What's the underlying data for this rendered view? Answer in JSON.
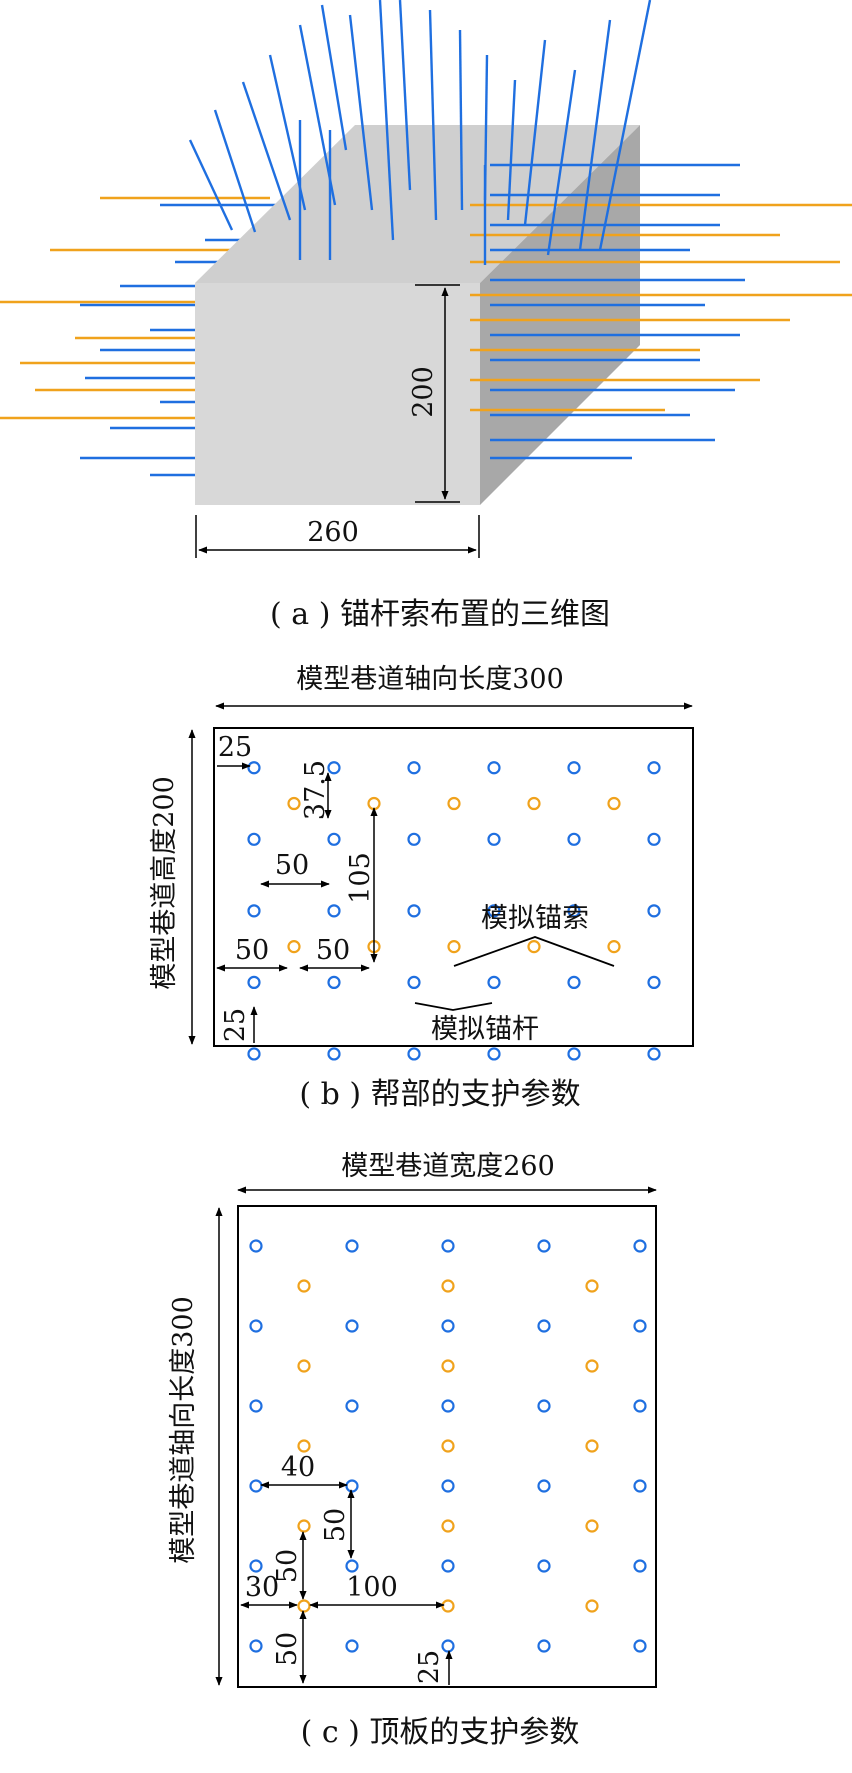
{
  "colors": {
    "bolt": "#1f6fe0",
    "cable": "#f0a21c",
    "face": "#d6d6d6",
    "side": "#a9a9a9",
    "top": "#cbcbcb",
    "line": "#000000"
  },
  "panel_a": {
    "caption": "( a ) 锚杆索布置的三维图",
    "width_label": "260",
    "height_label": "200"
  },
  "panel_b": {
    "caption": "( b ) 帮部的支护参数",
    "length_label": "模型巷道轴向长度300",
    "height_label": "模型巷道高度200",
    "dims": {
      "d25_top": "25",
      "d37_5": "37.5",
      "d50_h": "50",
      "d105": "105",
      "d50_left": "50",
      "d50_mid": "50",
      "d25_bottom": "25"
    },
    "cable_label": "模拟锚索",
    "bolt_label": "模拟锚杆",
    "bolts": {
      "x": [
        0,
        60,
        120,
        180,
        240,
        300
      ],
      "y": [
        25,
        70,
        115,
        160,
        205
      ]
    },
    "cables": {
      "x": [
        30,
        90,
        150,
        210,
        270
      ],
      "y": [
        47.5,
        137.5
      ]
    }
  },
  "panel_c": {
    "caption": "( c ) 顶板的支护参数",
    "width_label": "模型巷道宽度260",
    "length_label": "模型巷道轴向长度300",
    "dims": {
      "d40": "40",
      "d50_v": "50",
      "d50_up": "50",
      "d30": "30",
      "d100": "100",
      "d50_down": "50",
      "d25": "25"
    },
    "bolts": {
      "x": [
        0,
        60,
        120,
        180,
        240
      ],
      "y": [
        0,
        50,
        100,
        150,
        200,
        250
      ]
    },
    "cables": {
      "x": [
        30,
        120,
        210
      ],
      "y": [
        25,
        75,
        125,
        175,
        225
      ]
    }
  }
}
